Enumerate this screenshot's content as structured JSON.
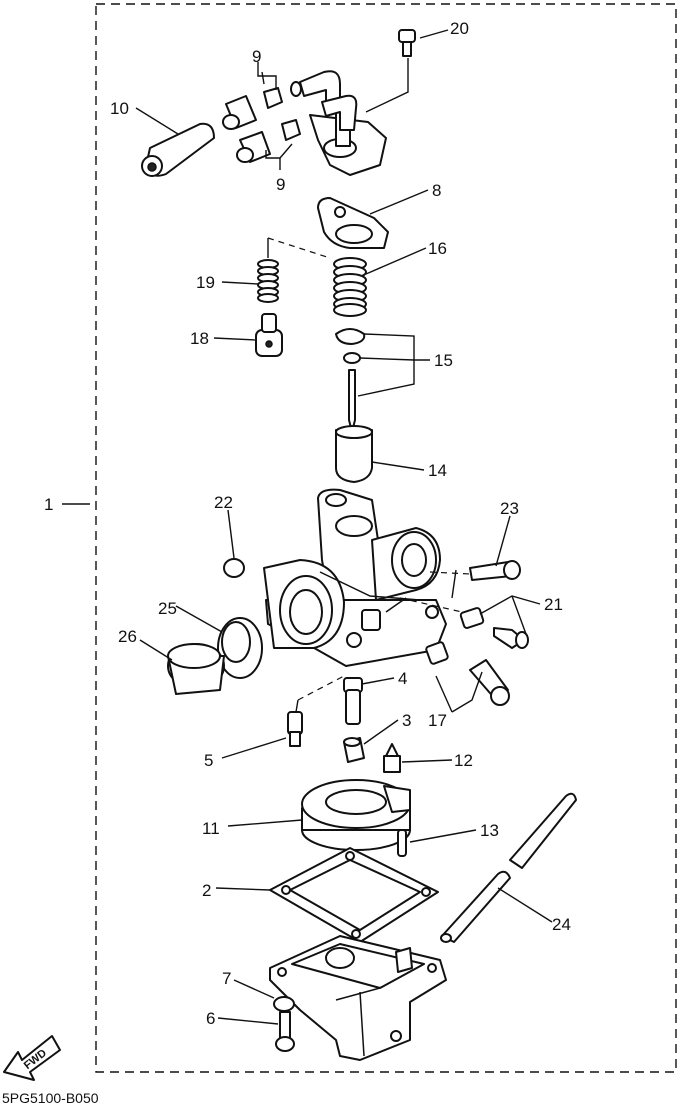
{
  "diagram": {
    "callouts": [
      {
        "id": "1",
        "text": "1"
      },
      {
        "id": "2",
        "text": "2"
      },
      {
        "id": "3",
        "text": "3"
      },
      {
        "id": "4",
        "text": "4"
      },
      {
        "id": "5",
        "text": "5"
      },
      {
        "id": "6",
        "text": "6"
      },
      {
        "id": "7",
        "text": "7"
      },
      {
        "id": "8",
        "text": "8"
      },
      {
        "id": "9a",
        "text": "9"
      },
      {
        "id": "9b",
        "text": "9"
      },
      {
        "id": "10",
        "text": "10"
      },
      {
        "id": "11",
        "text": "11"
      },
      {
        "id": "12",
        "text": "12"
      },
      {
        "id": "13",
        "text": "13"
      },
      {
        "id": "14",
        "text": "14"
      },
      {
        "id": "15",
        "text": "15"
      },
      {
        "id": "16",
        "text": "16"
      },
      {
        "id": "17",
        "text": "17"
      },
      {
        "id": "18",
        "text": "18"
      },
      {
        "id": "19",
        "text": "19"
      },
      {
        "id": "20",
        "text": "20"
      },
      {
        "id": "21",
        "text": "21"
      },
      {
        "id": "22",
        "text": "22"
      },
      {
        "id": "23",
        "text": "23"
      },
      {
        "id": "24",
        "text": "24"
      },
      {
        "id": "25",
        "text": "25"
      },
      {
        "id": "26",
        "text": "26"
      }
    ],
    "fwd_label": "FWD",
    "footer_code": "5PG5100-B050"
  }
}
